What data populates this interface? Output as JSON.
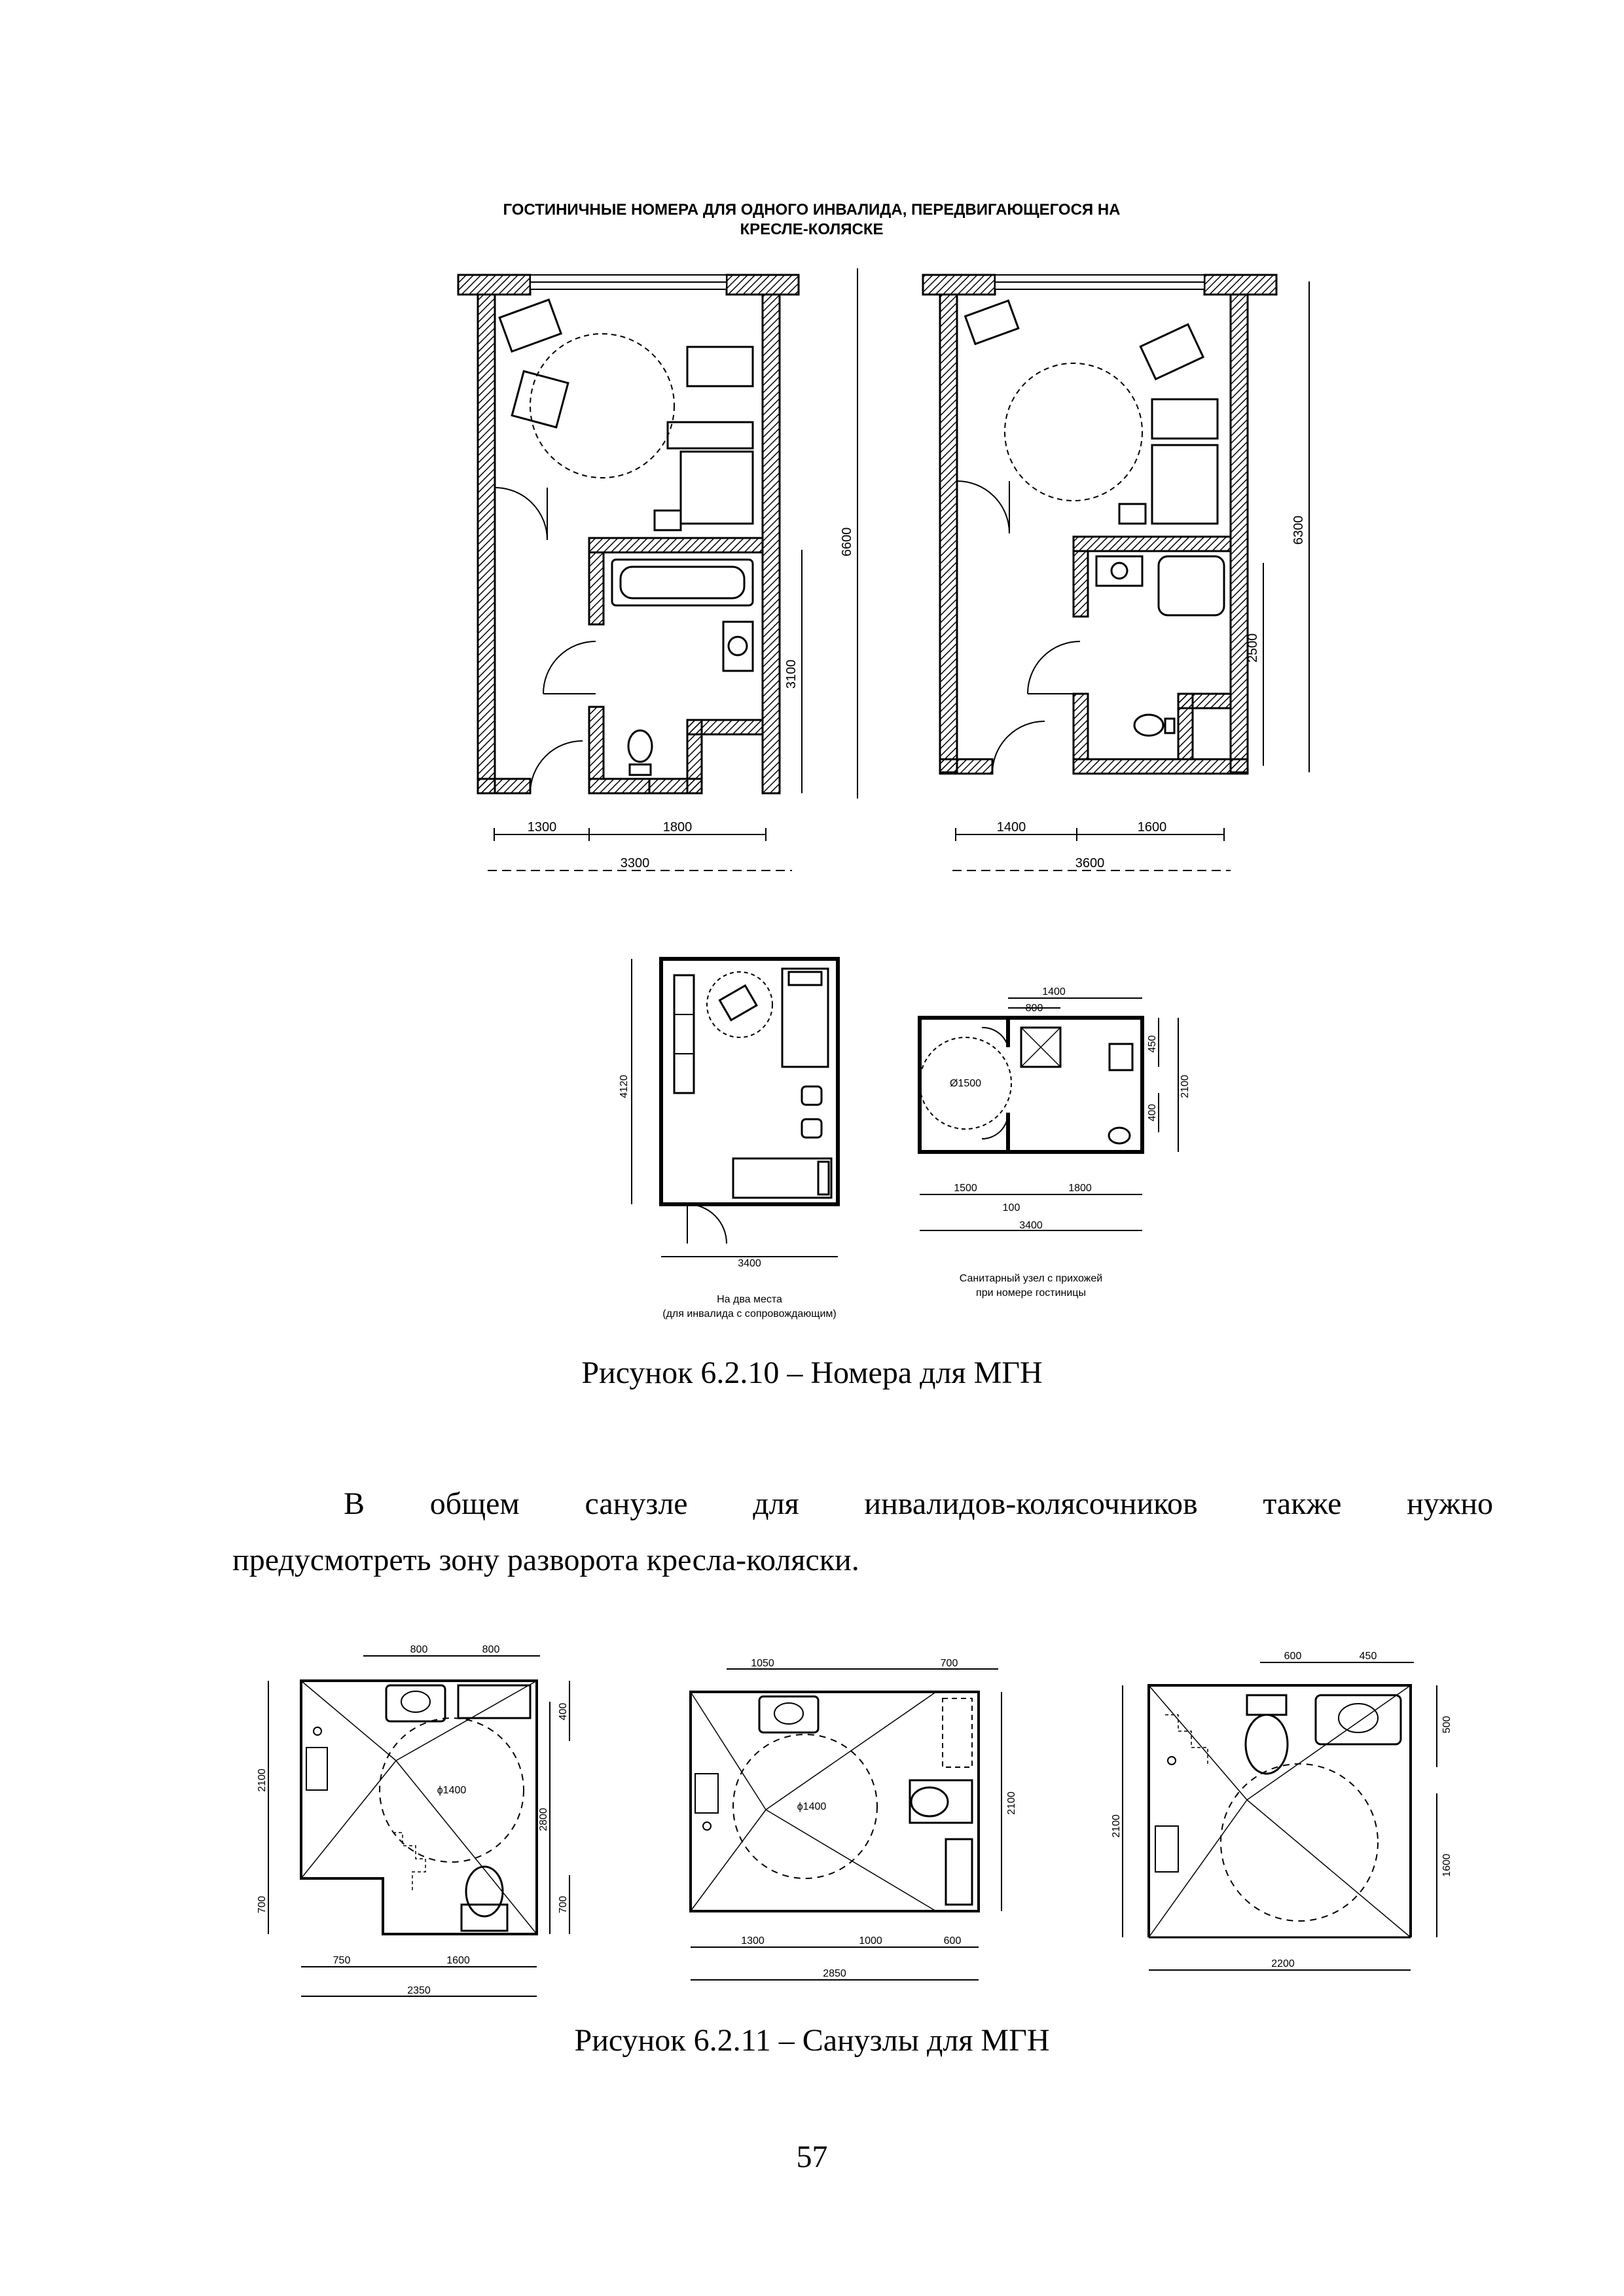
{
  "figure1": {
    "header_line1": "ГОСТИНИЧНЫЕ НОМЕРА ДЛЯ ОДНОГО ИНВАЛИДА, ПЕРЕДВИГАЮЩЕГОСЯ НА",
    "header_line2": "КРЕСЛЕ-КОЛЯСКЕ",
    "plan_a": {
      "dim_depth": "6600",
      "dim_sanitary": "3100",
      "dim_left": "1300",
      "dim_right": "1800",
      "dim_total": "3300"
    },
    "plan_b": {
      "dim_depth": "6300",
      "dim_sanitary": "2500",
      "dim_left": "1400",
      "dim_right": "1600",
      "dim_total": "3600"
    },
    "plan_c": {
      "dim_height": "4120",
      "dim_width": "3400",
      "caption_line1": "На два места",
      "caption_line2": "(для инвалида с сопровождающим)"
    },
    "plan_d": {
      "dim_top1": "1400",
      "dim_top2": "800",
      "dim_circle": "Ø1500",
      "dim_r1": "450",
      "dim_r2": "2100",
      "dim_r3": "400",
      "dim_b1": "1500",
      "dim_b2": "1800",
      "dim_b3": "100",
      "dim_total": "3400",
      "caption_line1": "Санитарный узел с прихожей",
      "caption_line2": "при номере гостиницы"
    },
    "caption": "Рисунок 6.2.10 – Номера для МГН"
  },
  "paragraph": {
    "line1": "В общем санузле для инвалидов-колясочников также нужно",
    "line2": "предусмотреть зону разворота кресла-коляски."
  },
  "figure2": {
    "plan_a": {
      "top1": "800",
      "top2": "800",
      "r_top": "400",
      "l_height": "2100",
      "l_bottom": "700",
      "circle": "ϕ1400",
      "r_height": "2800",
      "r_bottom": "700",
      "b1": "750",
      "b2": "1600",
      "total": "2350"
    },
    "plan_b": {
      "top1": "1050",
      "top2": "700",
      "circle": "ϕ1400",
      "r_height": "2100",
      "b1": "1300",
      "b2": "1000",
      "b3": "600",
      "total": "2850"
    },
    "plan_c": {
      "top1": "600",
      "top2": "450",
      "r_top": "500",
      "l_height": "2100",
      "r_bottom": "1600",
      "total": "2200"
    },
    "caption": "Рисунок 6.2.11 – Санузлы для МГН"
  },
  "page_number": "57"
}
